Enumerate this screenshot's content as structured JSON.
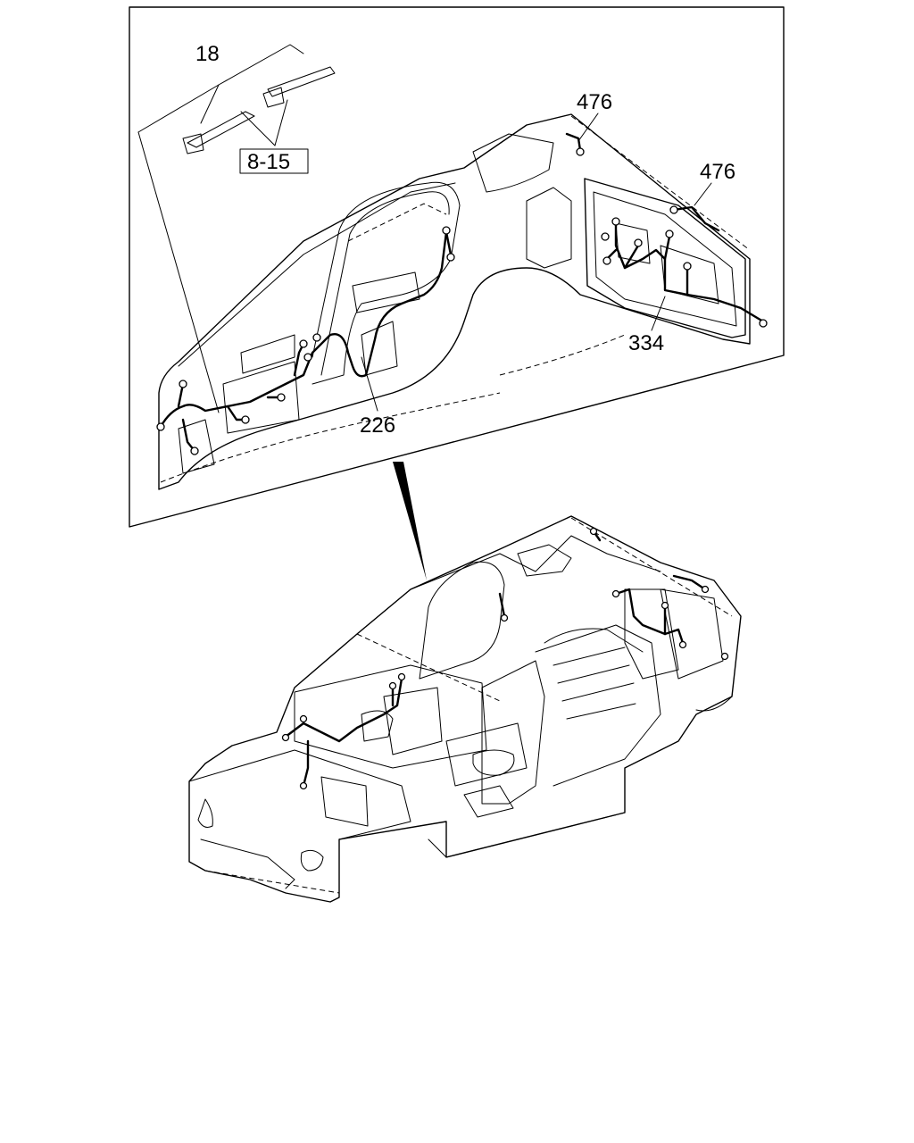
{
  "callouts": [
    {
      "id": "c18",
      "text": "18"
    },
    {
      "id": "c815",
      "text": "8-15",
      "boxed": true
    },
    {
      "id": "c476a",
      "text": "476"
    },
    {
      "id": "c476b",
      "text": "476"
    },
    {
      "id": "c334",
      "text": "334"
    },
    {
      "id": "c226",
      "text": "226"
    }
  ]
}
